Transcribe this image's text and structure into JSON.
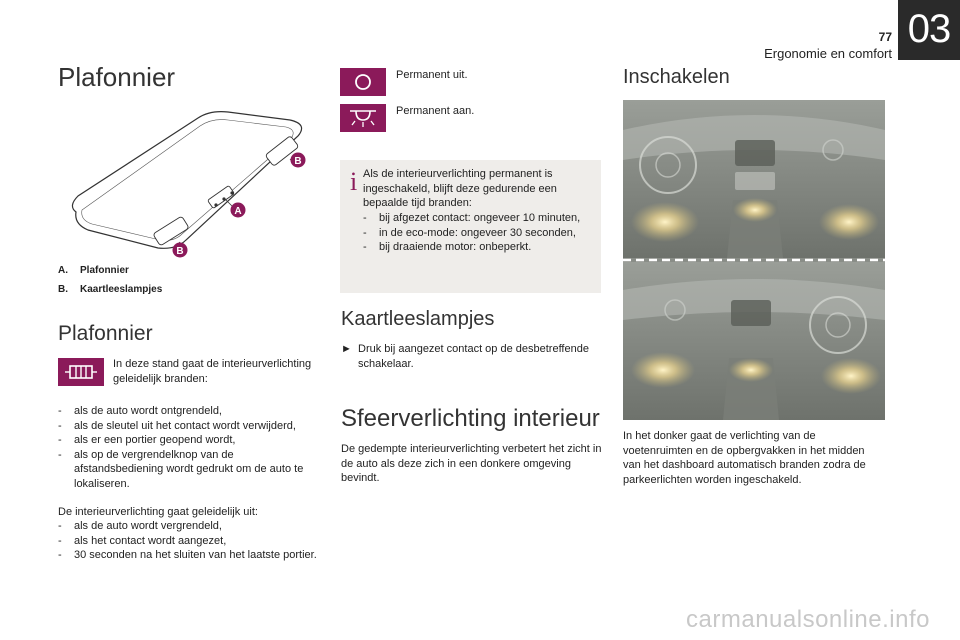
{
  "header": {
    "page_number": "77",
    "chapter_title": "Ergonomie en comfort",
    "chapter_number": "03"
  },
  "left": {
    "title": "Plafonnier",
    "callouts": [
      "B",
      "A",
      "B"
    ],
    "legend": [
      {
        "key": "A.",
        "label": "Plafonnier"
      },
      {
        "key": "B.",
        "label": "Kaartleeslampjes"
      }
    ],
    "section_title": "Plafonnier",
    "door_icon": "door-mode-icon",
    "door_text": "In deze stand gaat de interieurverlichting geleidelijk branden:",
    "on_list": [
      "als de auto wordt ontgrendeld,",
      "als de sleutel uit het contact wordt verwijderd,",
      "als er een portier geopend wordt,",
      "als op de vergrendelknop van de afstandsbediening wordt gedrukt om de auto te lokaliseren."
    ],
    "off_intro": "De interieurverlichting gaat geleidelijk uit:",
    "off_list": [
      "als de auto wordt vergrendeld,",
      "als het contact wordt aangezet,",
      "30 seconden na het sluiten van het laatste portier."
    ]
  },
  "middle": {
    "off_icon": "circle-off-icon",
    "off_label": "Permanent uit.",
    "on_icon": "lamp-on-icon",
    "on_label": "Permanent aan.",
    "info_icon": "info-icon",
    "info_text": "Als de interieurverlichting permanent is ingeschakeld, blijft deze gedurende een bepaalde tijd branden:",
    "info_list": [
      "bij afgezet contact: ongeveer 10 minuten,",
      "in de eco-mode: ongeveer 30 seconden,",
      "bij draaiende motor: onbeperkt."
    ],
    "kaart_title": "Kaartleeslampjes",
    "kaart_bullet": "Druk bij aangezet contact op de desbetreffende schakelaar.",
    "sfeer_title": "Sfeerverlichting interieur",
    "sfeer_text": "De gedempte interieurverlichting verbetert het zicht in de auto als deze zich in een donkere omgeving bevindt."
  },
  "right": {
    "title": "Inschakelen",
    "caption": "In het donker gaat de verlichting van de voetenruimten en de opbergvakken in het midden van het dashboard automatisch branden zodra de parkeerlichten worden ingeschakeld."
  },
  "watermark": "carmanualsonline.info",
  "colors": {
    "accent": "#8b1a5a",
    "callout": "#8b1a5a",
    "info_bg": "#efedea",
    "chapter_bg": "#2a2a2a"
  }
}
